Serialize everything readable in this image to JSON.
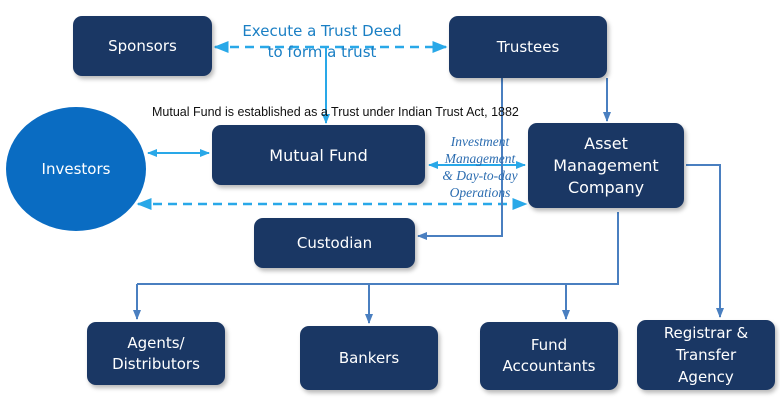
{
  "diagram": {
    "title": "Mutual Fund Structure",
    "colors": {
      "box_fill": "#1a3764",
      "investors_fill": "#0a6cc2",
      "dashed_arrow": "#29a8e8",
      "solid_connector": "#4a7fc0",
      "annotation_text": "#1a7fc4"
    },
    "nodes": {
      "sponsors": "Sponsors",
      "trustees": "Trustees",
      "mutual_fund": "Mutual Fund",
      "amc": "Asset\nManagement\nCompany",
      "investors": "Investors",
      "custodian": "Custodian",
      "agents": "Agents/\nDistributors",
      "bankers": "Bankers",
      "fund_accountants": "Fund\nAccountants",
      "registrar": "Registrar &\nTransfer\nAgency"
    },
    "annotations": {
      "trust_deed": "Execute a Trust Deed\nto form a trust",
      "trust_act": "Mutual Fund is established as a Trust under Indian Trust Act, 1882",
      "investment_mgmt": "Investment\nManagement\n& Day-to-day\nOperations"
    },
    "edges": [
      {
        "from": "sponsors",
        "to": "trustees",
        "style": "dashed",
        "direction": "both",
        "label": "trust_deed"
      },
      {
        "from": "trust_deed",
        "to": "mutual_fund",
        "style": "solid",
        "direction": "forward"
      },
      {
        "from": "investors",
        "to": "mutual_fund",
        "style": "solid",
        "direction": "both"
      },
      {
        "from": "mutual_fund",
        "to": "amc",
        "style": "solid",
        "direction": "both",
        "label": "investment_mgmt"
      },
      {
        "from": "investors",
        "to": "amc",
        "style": "dashed",
        "direction": "both"
      },
      {
        "from": "trustees",
        "to": "amc",
        "style": "solid",
        "direction": "forward"
      },
      {
        "from": "trustees",
        "to": "custodian",
        "style": "solid",
        "direction": "forward"
      },
      {
        "from": "amc",
        "to": "agents",
        "style": "solid",
        "direction": "forward"
      },
      {
        "from": "amc",
        "to": "bankers",
        "style": "solid",
        "direction": "forward"
      },
      {
        "from": "amc",
        "to": "fund_accountants",
        "style": "solid",
        "direction": "forward"
      },
      {
        "from": "amc",
        "to": "registrar",
        "style": "solid",
        "direction": "forward"
      }
    ]
  }
}
